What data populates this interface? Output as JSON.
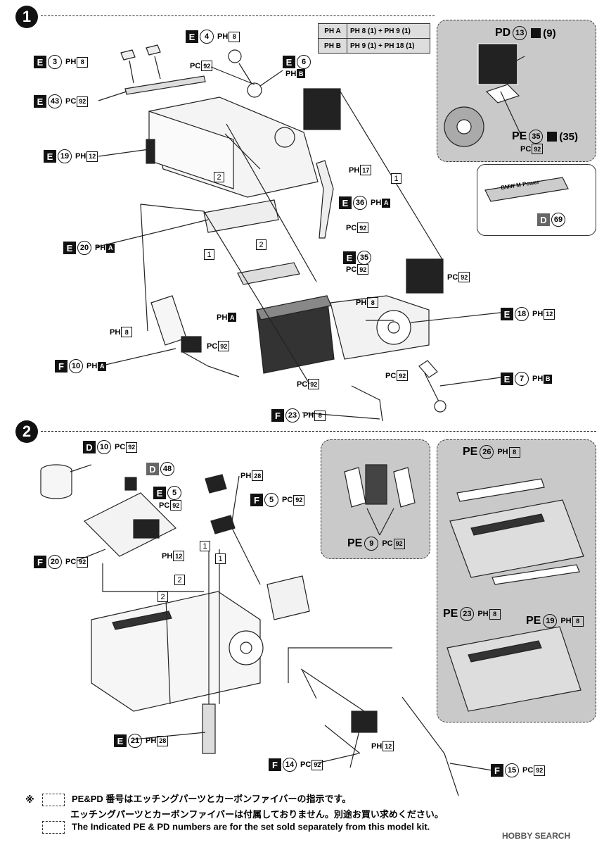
{
  "steps": {
    "s1": "1",
    "s2": "2"
  },
  "legend": {
    "r1_key": "PH A",
    "r1_val": "PH 8 (1) + PH 9 (1)",
    "r2_key": "PH B",
    "r2_val": "PH 9 (1) + PH 18 (1)"
  },
  "labels1": {
    "e4": "E",
    "e4n": "4",
    "e4p": "PH",
    "e4v": "8",
    "e3": "E",
    "e3n": "3",
    "e3p": "PH",
    "e3v": "8",
    "e43": "E",
    "e43n": "43",
    "e43p": "PC",
    "e43v": "92",
    "e6": "E",
    "e6n": "6",
    "e6p": "PH",
    "e6v": "B",
    "pc92a": "PC",
    "pc92av": "92",
    "e19": "E",
    "e19n": "19",
    "e19p": "PH",
    "e19v": "12",
    "ph17": "PH",
    "ph17v": "17",
    "e36": "E",
    "e36n": "36",
    "e36p": "PH",
    "e36v": "A",
    "pc92b": "PC",
    "pc92bv": "92",
    "e20": "E",
    "e20n": "20",
    "e20p": "PH",
    "e20v": "A",
    "e35": "E",
    "e35n": "35",
    "e35p": "PC",
    "e35v": "92",
    "ph8a": "PH",
    "ph8av": "8",
    "pha": "PH",
    "phav": "A",
    "pc92c": "PC",
    "pc92cv": "92",
    "e18": "E",
    "e18n": "18",
    "e18p": "PH",
    "e18v": "12",
    "ph8b": "PH",
    "ph8bv": "8",
    "pc92d": "PC",
    "pc92dv": "92",
    "f10": "F",
    "f10n": "10",
    "f10p": "PH",
    "f10v": "A",
    "pc92e": "PC",
    "pc92ev": "92",
    "pc92f": "PC",
    "pc92fv": "92",
    "e7": "E",
    "e7n": "7",
    "e7p": "PH",
    "e7v": "B",
    "f23": "F",
    "f23n": "23",
    "f23p": "PH",
    "f23v": "8"
  },
  "inset1": {
    "pd13": "PD",
    "pd13n": "13",
    "pd13b": "(9)",
    "pe35": "PE",
    "pe35n": "35",
    "pe35b": "(35)",
    "pc": "PC",
    "pcv": "92",
    "d69": "D",
    "d69n": "69",
    "badge": "BMW M Power"
  },
  "labels2": {
    "d10": "D",
    "d10n": "10",
    "d10p": "PC",
    "d10v": "92",
    "d48": "D",
    "d48n": "48",
    "e5": "E",
    "e5n": "5",
    "e5p": "PC",
    "e5v": "92",
    "ph28": "PH",
    "ph28v": "28",
    "f5": "F",
    "f5n": "5",
    "f5p": "PC",
    "f5v": "92",
    "f20": "F",
    "f20n": "20",
    "f20p": "PC",
    "f20v": "92",
    "ph12a": "PH",
    "ph12av": "12",
    "e21": "E",
    "e21n": "21",
    "e21p": "PH",
    "e21v": "28",
    "f14": "F",
    "f14n": "14",
    "f14p": "PC",
    "f14v": "92",
    "ph12b": "PH",
    "ph12bv": "12",
    "f15": "F",
    "f15n": "15",
    "f15p": "PC",
    "f15v": "92"
  },
  "inset2": {
    "pe9": "PE",
    "pe9n": "9",
    "pe9p": "PC",
    "pe9v": "92",
    "pe26": "PE",
    "pe26n": "26",
    "pe26p": "PH",
    "pe26v": "8",
    "pe23": "PE",
    "pe23n": "23",
    "pe23p": "PH",
    "pe23v": "8",
    "pe19": "PE",
    "pe19n": "19",
    "pe19p": "PH",
    "pe19v": "8"
  },
  "markers": {
    "one": "1",
    "two": "2"
  },
  "footer": {
    "asterisk": "※",
    "jp_line1": "PE&PD 番号はエッチングパーツとカーボンファイバーの指示です。",
    "jp_line2": "エッチングパーツとカーボンファイバーは付属しておりません。別途お買い求めください。",
    "en_line": "The Indicated PE & PD numbers are for the set sold separately from this model kit.",
    "watermark": "HOBBY SEARCH"
  }
}
